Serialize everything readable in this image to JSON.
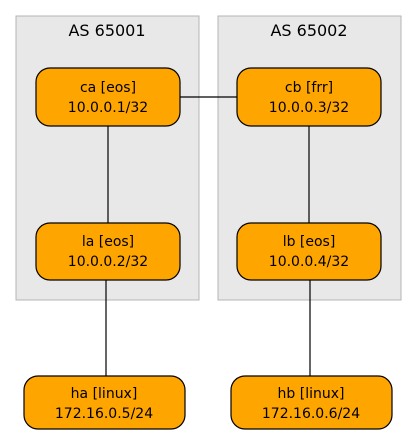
{
  "colors": {
    "node_fill": "#ffa500",
    "node_stroke": "#000000",
    "group_fill": "#e8e8e8",
    "group_stroke": "#b4b4b4",
    "link": "#000000"
  },
  "groups": [
    {
      "id": "as65001",
      "label": "AS 65001"
    },
    {
      "id": "as65002",
      "label": "AS 65002"
    }
  ],
  "nodes": [
    {
      "id": "ca",
      "name": "ca [eos]",
      "address": "10.0.0.1/32",
      "group": "as65001"
    },
    {
      "id": "cb",
      "name": "cb [frr]",
      "address": "10.0.0.3/32",
      "group": "as65002"
    },
    {
      "id": "la",
      "name": "la [eos]",
      "address": "10.0.0.2/32",
      "group": "as65001"
    },
    {
      "id": "lb",
      "name": "lb [eos]",
      "address": "10.0.0.4/32",
      "group": "as65002"
    },
    {
      "id": "ha",
      "name": "ha [linux]",
      "address": "172.16.0.5/24"
    },
    {
      "id": "hb",
      "name": "hb [linux]",
      "address": "172.16.0.6/24"
    }
  ],
  "links": [
    {
      "from": "ca",
      "to": "cb"
    },
    {
      "from": "ca",
      "to": "la"
    },
    {
      "from": "cb",
      "to": "lb"
    },
    {
      "from": "la",
      "to": "ha"
    },
    {
      "from": "lb",
      "to": "hb"
    }
  ]
}
